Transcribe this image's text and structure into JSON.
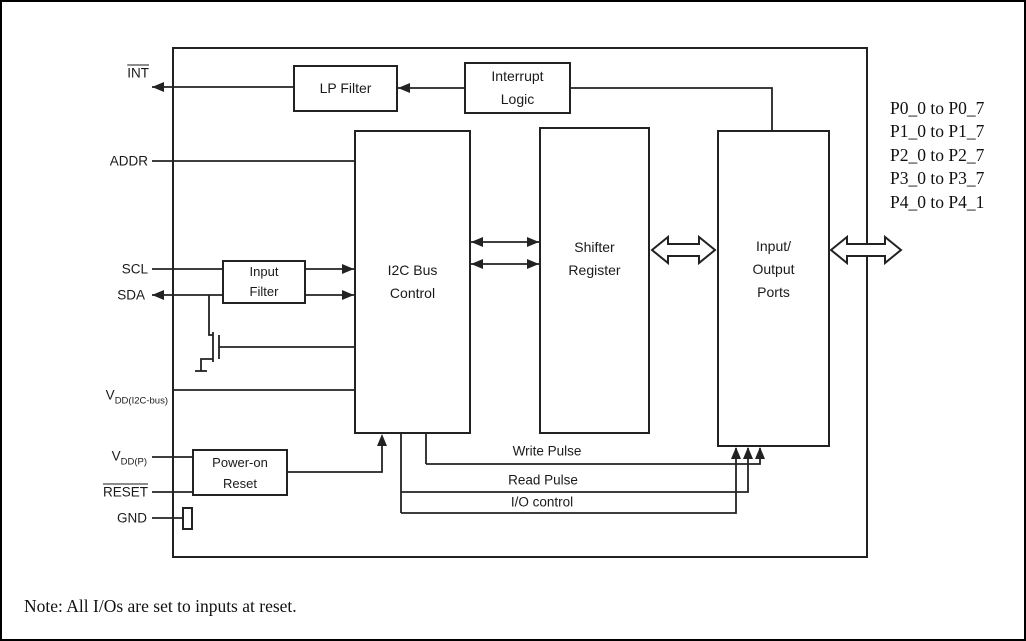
{
  "blocks": {
    "lp_filter": "LP Filter",
    "interrupt_logic": "Interrupt\nLogic",
    "i2c_bus_control": "I2C Bus\nControl",
    "shifter_register": "Shifter\nRegister",
    "io_ports": "Input/\nOutput\nPorts",
    "input_filter": "Input\nFilter",
    "power_on_reset": "Power-on\nReset"
  },
  "pins": {
    "int": "INT",
    "addr": "ADDR",
    "scl": "SCL",
    "sda": "SDA",
    "vdd_i2c_base": "V",
    "vdd_i2c_sub": "DD(I2C-bus)",
    "vdd_p_base": "V",
    "vdd_p_sub": "DD(P)",
    "reset": "RESET",
    "gnd": "GND"
  },
  "port_ranges": [
    "P0_0 to P0_7",
    "P1_0 to P1_7",
    "P2_0 to P2_7",
    "P3_0 to P3_7",
    "P4_0 to P4_1"
  ],
  "signal_labels": {
    "write_pulse": "Write Pulse",
    "read_pulse": "Read Pulse",
    "io_control": "I/O control"
  },
  "note": "Note: All I/Os are set to inputs at reset.",
  "colors": {
    "line": "#222222",
    "background": "#ffffff"
  }
}
